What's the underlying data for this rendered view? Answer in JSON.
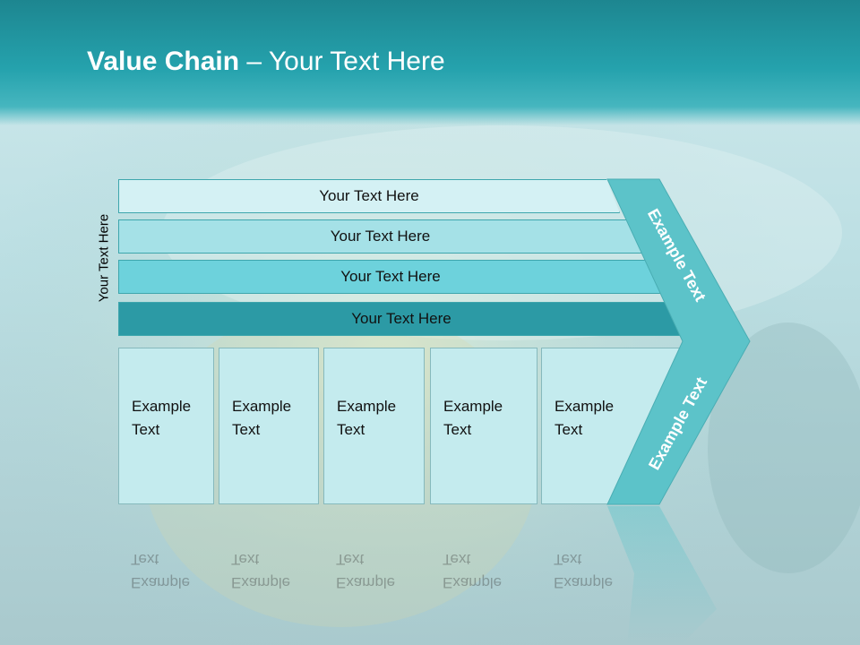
{
  "slide": {
    "title_bold": "Value Chain",
    "title_rest": " – Your Text Here",
    "vertical_label": "Your Text Here",
    "bars": [
      {
        "label": "Your Text Here"
      },
      {
        "label": "Your Text Here"
      },
      {
        "label": "Your Text Here"
      },
      {
        "label": "Your Text Here"
      }
    ],
    "boxes": [
      {
        "line1": "Example",
        "line2": "Text"
      },
      {
        "line1": "Example",
        "line2": "Text"
      },
      {
        "line1": "Example",
        "line2": "Text"
      },
      {
        "line1": "Example",
        "line2": "Text"
      },
      {
        "line1": "Example",
        "line2": "Text"
      }
    ],
    "chevron_top_text": "Example Text",
    "chevron_bottom_text": "Example Text"
  },
  "colors": {
    "bar1": "#d4f1f4",
    "bar2": "#a5e1e7",
    "bar3": "#6dd2dc",
    "bar4": "#2c9aa5",
    "chevron": "#5cc3c9",
    "box": "#c4ebee"
  }
}
